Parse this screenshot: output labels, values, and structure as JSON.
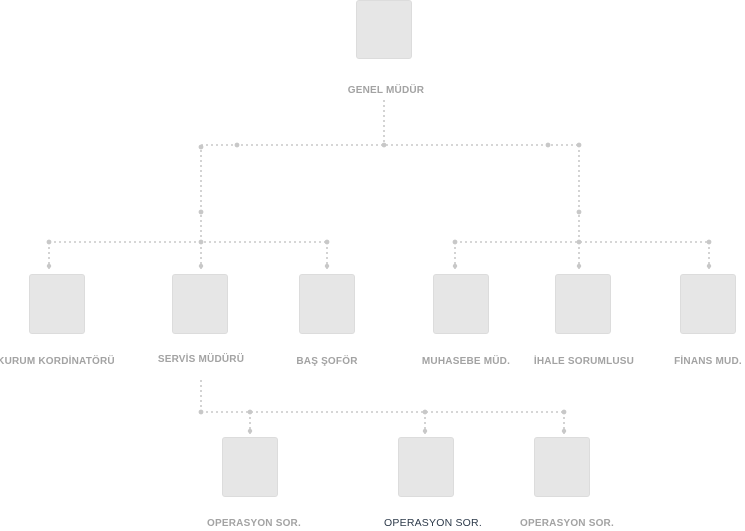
{
  "org_chart": {
    "root": {
      "label": "GENEL MÜDÜR"
    },
    "level2": [
      {
        "label": "KURUM KORDİNATÖRÜ"
      },
      {
        "label": "SERVİS MÜDÜRÜ"
      },
      {
        "label": "BAŞ ŞOFÖR"
      },
      {
        "label": "MUHASEBE MÜD."
      },
      {
        "label": "İHALE SORUMLUSU"
      },
      {
        "label": "FİNANS MUD."
      }
    ],
    "level3": [
      {
        "label": "OPERASYON SOR."
      },
      {
        "label": "OPERASYON SOR."
      },
      {
        "label": "OPERASYON SOR."
      }
    ]
  },
  "colors": {
    "card_fill": "#e6e6e6",
    "connector": "#c8c8c8",
    "label": "#a3a3a3",
    "highlight_label": "#2d3a4a"
  }
}
